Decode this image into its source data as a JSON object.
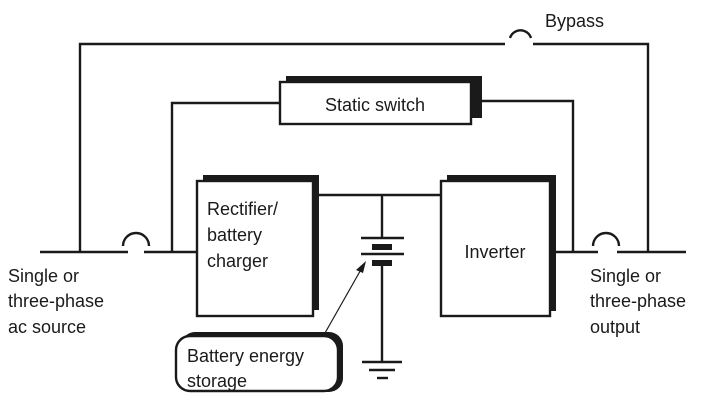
{
  "diagram": {
    "type": "UPS block diagram",
    "labels": {
      "bypass": "Bypass",
      "static_switch": "Static switch",
      "rectifier_line1": "Rectifier/",
      "rectifier_line2": "battery",
      "rectifier_line3": "charger",
      "inverter": "Inverter",
      "source_line1": "Single or",
      "source_line2": "three-phase",
      "source_line3": "ac source",
      "output_line1": "Single or",
      "output_line2": "three-phase",
      "output_line3": "output",
      "battery_line1": "Battery energy",
      "battery_line2": "storage"
    },
    "colors": {
      "ink": "#1a1a1a",
      "background": "#ffffff"
    }
  }
}
